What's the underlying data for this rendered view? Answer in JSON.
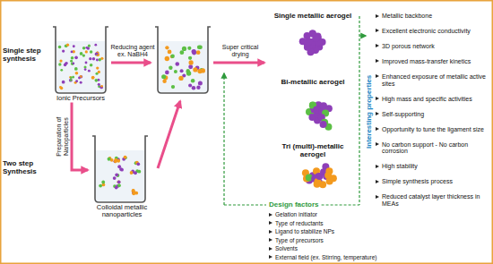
{
  "diagram": {
    "nodes": [
      {
        "text": [
          "Ionic Precursors"
        ]
      },
      {
        "text": [
          "Colloidal metallic nanoparticles"
        ]
      },
      {
        "text": [
          "Single metallic aerogel"
        ]
      },
      {
        "text": [
          "Bi-metallic aerogel"
        ]
      },
      {
        "text": [
          "Tri (multi)-metallic aerogel"
        ]
      }
    ],
    "edges": [
      {
        "from": 0,
        "to": 1,
        "arrow": "to",
        "label": "Preparation of Nanoparticles"
      }
    ],
    "labels": [
      "Single step synthesis",
      "Two step Synthesis",
      "Reducing agent ex. NaBH4",
      "Super critical drying",
      "Interesting properties",
      "Metallic backbone",
      "Excellent electronic conductivity",
      "3D porous network",
      "Improved mass-transfer kinetics",
      "Enhanced exposure of metallic active sites",
      "High mass and specific activities",
      "Self-supporting",
      "Opportunity to tune the ligament size",
      "No carbon support - No carbon corrosion",
      "High stability",
      "Simple synthesis process",
      "Reduced catalyst layer thickness in MEAs",
      "Design factors",
      "Gelation initiator",
      "Type of reductants",
      "Ligand to stabilize NPs",
      "Type of precursors",
      "Solvents",
      "External field (ex. Stirring, temperature)"
    ]
  }
}
